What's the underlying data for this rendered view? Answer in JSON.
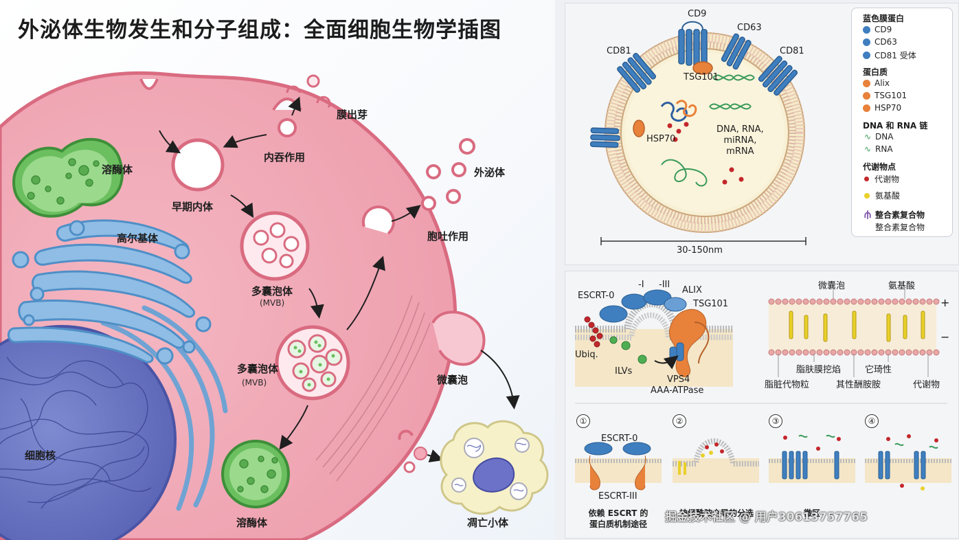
{
  "title": "外泌体生物发生和分子组成：全面细胞生物学插图",
  "cell_labels": {
    "lysosome_top": "溶酶体",
    "golgi": "高尔基体",
    "nucleus": "细胞核",
    "budding": "膜出芽",
    "endocytosis": "内吞作用",
    "early_endosome": "早期内体",
    "mvb1": "多囊泡体",
    "mvb1_sub": "(MVB)",
    "mvb2": "多囊泡体",
    "mvb2_sub": "(MVB)",
    "exosome": "外泌体",
    "exocytosis": "胞吐作用",
    "microvesicle": "微囊泡",
    "lysosome_bottom": "溶酶体",
    "apoptotic_body": "凋亡小体"
  },
  "exosome_diagram": {
    "cd9": "CD9",
    "cd63": "CD63",
    "cd81_left": "CD81",
    "cd81_right": "CD81",
    "tsg101": "TSG101",
    "hsp70": "HSP70",
    "cargo_text_1": "DNA, RNA,",
    "cargo_text_2": "miRNA,",
    "cargo_text_3": "mRNA",
    "size": "30-150nm"
  },
  "legend": {
    "head1": "蓝色膜蛋白",
    "cd9": "CD9",
    "cd63": "CD63",
    "cd81": "CD81 受体",
    "head2": "蛋白质",
    "alix": "Alix",
    "tsg101": "TSG101",
    "hsp70": "HSP70",
    "head3": "DNA 和 RNA 链",
    "dna": "DNA",
    "rna": "RNA",
    "head4": "代谢物点",
    "metabolite": "代谢物",
    "amino_acid": "氨基酸",
    "head5": "整合素复合物",
    "integrin": "整合素复合物",
    "colors": {
      "membrane_protein": "#3f7fbf",
      "protein": "#e8813a",
      "metabolite": "#c3272b",
      "amino_acid": "#e9d02a",
      "integrin": "#7b4fa8"
    }
  },
  "escrt": {
    "escrt0": "ESCRT-0",
    "minus_i": "-I",
    "minus_iii": "-III",
    "alix": "ALIX",
    "tsg101": "TSG101",
    "ubiq": "Ubiq.",
    "ilvs": "ILVs",
    "vps4": "VPS4",
    "aaa": "AAA-ATPase"
  },
  "lipid": {
    "microvesicle": "微囊泡",
    "amino_acid": "氨基酸",
    "plus": "+",
    "minus": "−",
    "ceramide": "脂肤膜挖焰",
    "tetraspanin": "它琦性",
    "lipid_raft": "脂脏代物粒",
    "sphingo": "其性酬胺胺",
    "metabolite": "代谢物"
  },
  "steps": [
    {
      "num": "①",
      "top": "ESCRT-0",
      "bottom": "ESCRT-III",
      "caption1": "依赖 ESCRT 的",
      "caption2": "蛋白质机制途径"
    },
    {
      "num": "②",
      "caption1": "",
      "caption2": "神经酰胺介导的分选"
    },
    {
      "num": "③",
      "caption1": "",
      "caption2": "微区"
    },
    {
      "num": "④",
      "caption1": "",
      "caption2": ""
    }
  ],
  "watermark": "掘金技术社区 @ 用户30613757765"
}
